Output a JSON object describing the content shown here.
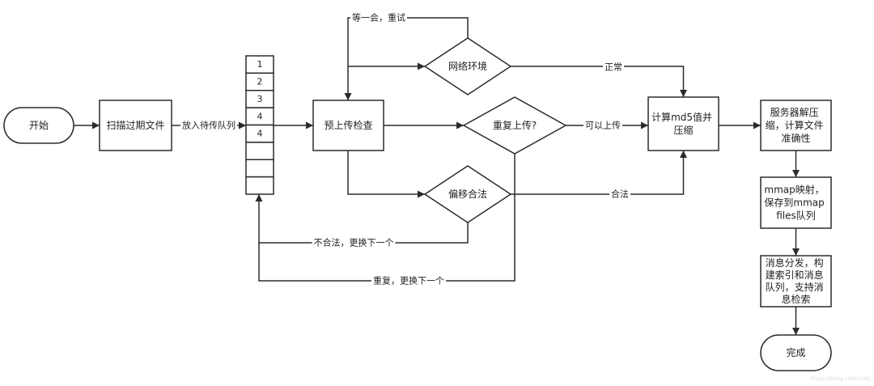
{
  "nodes": {
    "start": "开始",
    "scan": "扫描过期文件",
    "precheck": "预上传检查",
    "network": "网络环境",
    "duplicate": "重复上传?",
    "offset": "偏移合法",
    "md5": [
      "计算md5值并",
      "压缩"
    ],
    "server": [
      "服务器解压",
      "缩，计算文件",
      "准确性"
    ],
    "mmap": [
      "mmap映射，",
      "保存到mmap",
      "files队列"
    ],
    "dispatch": [
      "消息分发，构",
      "建索引和消息",
      "队列，支持消",
      "息检索"
    ],
    "finish": "完成"
  },
  "queue": [
    "1",
    "2",
    "3",
    "4",
    "4",
    "",
    "",
    ""
  ],
  "edges": {
    "enqueue": "放入待传队列",
    "retry": "等一会，重试",
    "normal": "正常",
    "can_upload": "可以上传",
    "legal": "合法",
    "illegal": "不合法，更换下一个",
    "repeat": "重复，更换下一个"
  },
  "colors": {
    "stroke": "#2b2b2b",
    "text": "#1f1f1f",
    "background": "#ffffff",
    "watermark": "#dcdcdc"
  },
  "watermark": "https://blog.csdn.net/"
}
